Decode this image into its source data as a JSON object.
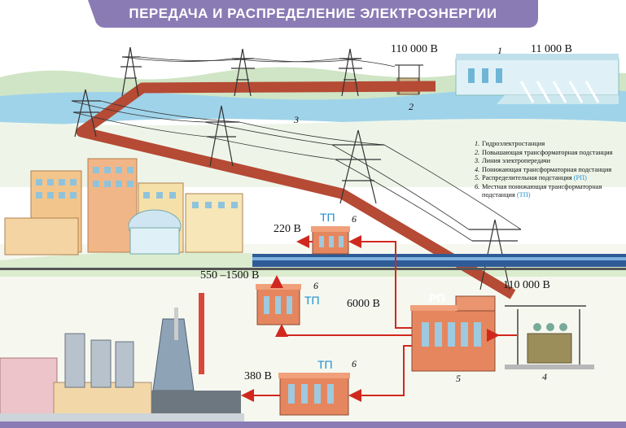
{
  "title": "ПЕРЕДАЧА И РАСПРЕДЕЛЕНИЕ ЭЛЕКТРОЭНЕРГИИ",
  "colors": {
    "banner": "#8a7bb5",
    "energy_flow": "#b54a35",
    "arrow": "#d0281e",
    "river": "#9fd3ea",
    "brick": "#d9835f",
    "tp_label": "#1f8fd0"
  },
  "voltages": {
    "generator": "11 000 В",
    "step_up": "110 000 В",
    "rp_input": "110 000 В",
    "distribution": "6000 В",
    "residential": "220 В",
    "transport": "550 –1500 В",
    "industry": "380 В"
  },
  "callouts": {
    "hydro_plant": "1",
    "step_up_substation": "2",
    "power_line": "3",
    "step_down_substation": "4",
    "rp_building": "5",
    "tp_residential": "6",
    "tp_transport": "6",
    "tp_industry": "6"
  },
  "building_labels": {
    "rp": "РП",
    "tp_residential": "ТП",
    "tp_transport": "ТП",
    "tp_industry": "ТП"
  },
  "legend": [
    {
      "num": "1.",
      "text": "Гидроэлектростанция",
      "abbr": ""
    },
    {
      "num": "2.",
      "text": "Повышающая трансформаторная подстанция",
      "abbr": ""
    },
    {
      "num": "3.",
      "text": "Линия электропередачи",
      "abbr": ""
    },
    {
      "num": "4.",
      "text": "Понижающая трансформаторная подстанция",
      "abbr": ""
    },
    {
      "num": "5.",
      "text": "Распределительная подстанция ",
      "abbr": "(РП)"
    },
    {
      "num": "6.",
      "text": "Местная понижающая трансформаторная подстанция ",
      "abbr": "(ТП)"
    }
  ]
}
